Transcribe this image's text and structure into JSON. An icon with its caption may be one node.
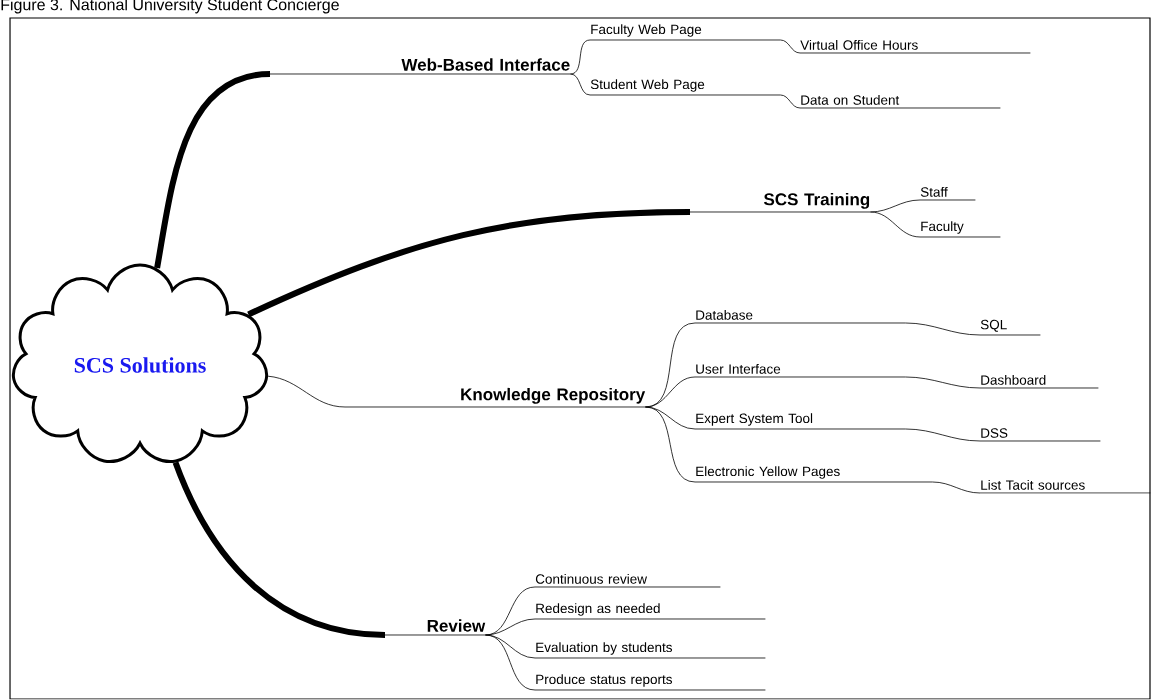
{
  "diagram": {
    "title": "Figure 3. National University Student Concierge",
    "nodes": [
      {
        "text": [
          "SCS Solutions"
        ]
      },
      {
        "text": [
          "Web-Based Interface"
        ]
      },
      {
        "text": [
          "Faculty Web Page"
        ]
      },
      {
        "text": [
          "Virtual Office Hours"
        ]
      },
      {
        "text": [
          "Student Web Page"
        ]
      },
      {
        "text": [
          "Data on Student"
        ]
      },
      {
        "text": [
          "SCS Training"
        ]
      },
      {
        "text": [
          "Staff"
        ]
      },
      {
        "text": [
          "Faculty"
        ]
      },
      {
        "text": [
          "Knowledge Repository"
        ]
      },
      {
        "text": [
          "Database"
        ]
      },
      {
        "text": [
          "SQL"
        ]
      },
      {
        "text": [
          "User Interface"
        ]
      },
      {
        "text": [
          "Dashboard"
        ]
      },
      {
        "text": [
          "Expert System Tool"
        ]
      },
      {
        "text": [
          "DSS"
        ]
      },
      {
        "text": [
          "Electronic Yellow Pages"
        ]
      },
      {
        "text": [
          "List Tacit sources"
        ]
      },
      {
        "text": [
          "Review"
        ]
      },
      {
        "text": [
          "Continuous review"
        ]
      },
      {
        "text": [
          "Redesign as needed"
        ]
      },
      {
        "text": [
          "Evaluation by students"
        ]
      },
      {
        "text": [
          "Produce status reports"
        ]
      }
    ],
    "edges": [
      {
        "from": 0,
        "to": 1,
        "arrow": "none",
        "style": "thick"
      },
      {
        "from": 1,
        "to": 2,
        "arrow": "none"
      },
      {
        "from": 2,
        "to": 3,
        "arrow": "none"
      },
      {
        "from": 1,
        "to": 4,
        "arrow": "none"
      },
      {
        "from": 4,
        "to": 5,
        "arrow": "none"
      },
      {
        "from": 0,
        "to": 6,
        "arrow": "none",
        "style": "thick"
      },
      {
        "from": 6,
        "to": 7,
        "arrow": "none"
      },
      {
        "from": 6,
        "to": 8,
        "arrow": "none"
      },
      {
        "from": 0,
        "to": 9,
        "arrow": "none"
      },
      {
        "from": 9,
        "to": 10,
        "arrow": "none"
      },
      {
        "from": 10,
        "to": 11,
        "arrow": "none"
      },
      {
        "from": 9,
        "to": 12,
        "arrow": "none"
      },
      {
        "from": 12,
        "to": 13,
        "arrow": "none"
      },
      {
        "from": 9,
        "to": 14,
        "arrow": "none"
      },
      {
        "from": 14,
        "to": 15,
        "arrow": "none"
      },
      {
        "from": 9,
        "to": 16,
        "arrow": "none"
      },
      {
        "from": 16,
        "to": 17,
        "arrow": "none"
      },
      {
        "from": 0,
        "to": 18,
        "arrow": "none",
        "style": "thick"
      },
      {
        "from": 18,
        "to": 19,
        "arrow": "none"
      },
      {
        "from": 18,
        "to": 20,
        "arrow": "none"
      },
      {
        "from": 18,
        "to": 21,
        "arrow": "none"
      },
      {
        "from": 18,
        "to": 22,
        "arrow": "none"
      }
    ]
  }
}
